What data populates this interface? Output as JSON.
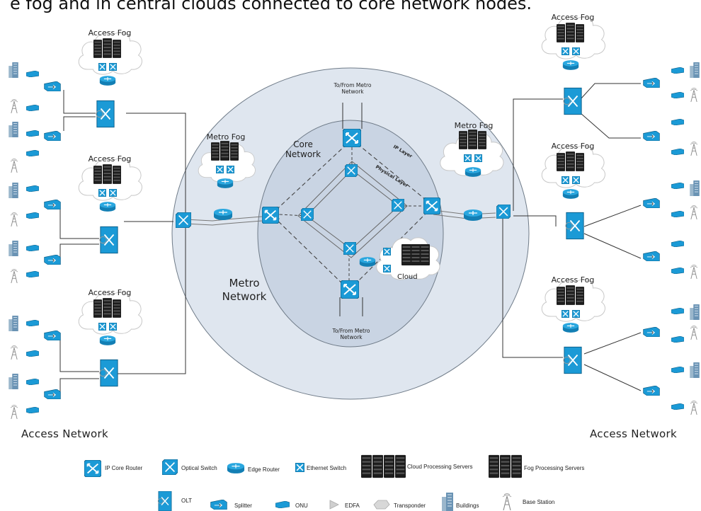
{
  "title": "e fog and in central clouds connected to core network nodes.",
  "diagram": {
    "access_fog_label": "Access Fog",
    "metro_fog_label": "Metro Fog",
    "cloud_label": "Cloud",
    "core_network_label": "Core\nNetwork",
    "metro_network_label": "Metro\nNetwork",
    "ip_layer_label": "IP Layer",
    "physical_layer_label": "Physical Layer",
    "to_from_metro_top": "To/From Metro\nNetwork",
    "to_from_metro_bottom": "To/From Metro\nNetwork",
    "access_network_left": "Access Network",
    "access_network_right": "Access Network"
  },
  "legend": {
    "ip_core_router": "IP Core Router",
    "optical_switch": "Optical Switch",
    "edge_router": "Edge Router",
    "ethernet_switch": "Ethernet Switch",
    "cloud_servers": "Cloud Processing Servers",
    "fog_servers": "Fog Processing Servers",
    "olt": "OLT",
    "splitter": "Splitter",
    "onu": "ONU",
    "edfa": "EDFA",
    "transponder": "Transponder",
    "buildings": "Buildings",
    "base_station": "Base Station"
  },
  "colors": {
    "device_blue": "#1b9ad6",
    "metro_fill": "#dfe6ef",
    "core_fill": "#c9d4e3",
    "line": "#333333"
  }
}
